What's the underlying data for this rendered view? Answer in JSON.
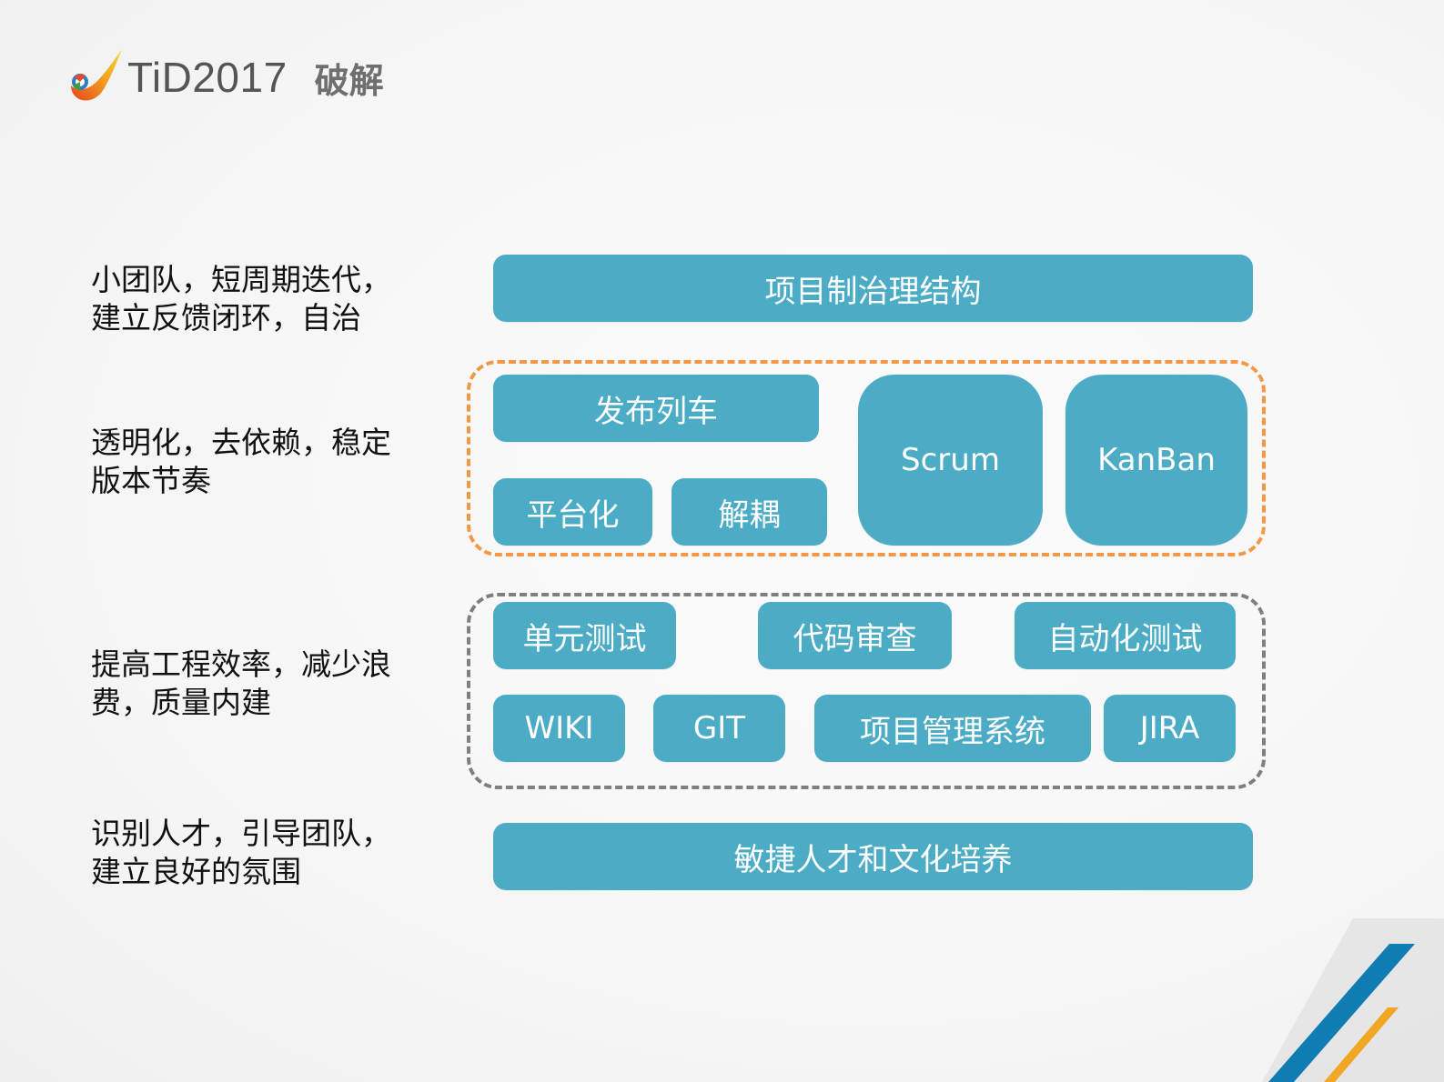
{
  "header": {
    "brand": "TiD2017",
    "subtitle": "破解",
    "logo_icon": "tid-flame-logo-icon"
  },
  "left_column": [
    {
      "text": "小团队，短周期迭代，\n建立反馈闭环，自治"
    },
    {
      "text": "透明化，去依赖，稳定\n版本节奏"
    },
    {
      "text": "提高工程效率，减少浪\n费，质量内建"
    },
    {
      "text": "识别人才，引导团队，\n建立良好的氛围"
    }
  ],
  "layers": {
    "governance": {
      "label": "项目制治理结构"
    },
    "release": {
      "boxes": [
        {
          "label": "发布列车"
        },
        {
          "label": "平台化"
        },
        {
          "label": "解耦"
        },
        {
          "label": "Scrum"
        },
        {
          "label": "KanBan"
        }
      ],
      "border_color": "#f59845"
    },
    "engineering": {
      "boxes": [
        {
          "label": "单元测试"
        },
        {
          "label": "代码审查"
        },
        {
          "label": "自动化测试"
        },
        {
          "label": "WIKI"
        },
        {
          "label": "GIT"
        },
        {
          "label": "项目管理系统"
        },
        {
          "label": "JIRA"
        }
      ],
      "border_color": "#7f7f7f"
    },
    "culture": {
      "label": "敏捷人才和文化培养"
    }
  },
  "colors": {
    "box_fill": "#4cacc6",
    "box_text": "#ffffff",
    "accent_orange": "#f59845",
    "accent_blue": "#0f7db4",
    "accent_gold": "#f2a724"
  }
}
